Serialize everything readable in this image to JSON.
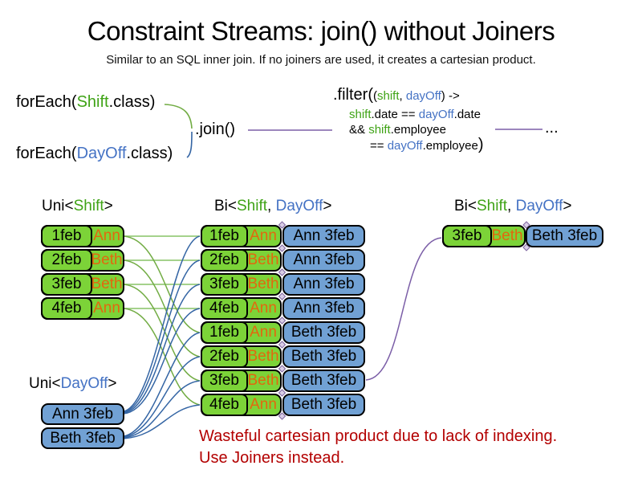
{
  "title": "Constraint Streams: join() without Joiners",
  "subtitle": "Similar to an SQL inner join. If no joiners are used, it creates a cartesian product.",
  "code": {
    "foreach_shift": {
      "fn": "forEach(",
      "cls": "Shift",
      "end": ".class)"
    },
    "foreach_dayoff": {
      "fn": "forEach(",
      "cls": "DayOff",
      "end": ".class)"
    },
    "join": ".join()",
    "filter": {
      "head": ".filter(",
      "lp": "(",
      "arg1": "shift",
      "comma": ", ",
      "arg2": "dayOff",
      "arrow": ") ->",
      "l2a": "shift",
      "l2b": ".date == ",
      "l2c": "dayOff",
      "l2d": ".date",
      "l3a": "&& ",
      "l3b": "shift",
      "l3c": ".employee",
      "l4a": "== ",
      "l4b": "dayOff",
      "l4c": ".employee",
      "l4close": ")"
    },
    "ellipsis": "..."
  },
  "labels": {
    "uni_shift": {
      "pre": "Uni<",
      "type": "Shift",
      "post": ">"
    },
    "bi_mid": {
      "pre": "Bi<",
      "t1": "Shift",
      "sep": ", ",
      "t2": "DayOff",
      "post": ">"
    },
    "bi_right": {
      "pre": "Bi<",
      "t1": "Shift",
      "sep": ", ",
      "t2": "DayOff",
      "post": ">"
    },
    "uni_dayoff": {
      "pre": "Uni<",
      "type": "DayOff",
      "post": ">"
    }
  },
  "uni_shift_rows": [
    {
      "date": "1feb",
      "name": "Ann"
    },
    {
      "date": "2feb",
      "name": "Beth"
    },
    {
      "date": "3feb",
      "name": "Beth"
    },
    {
      "date": "4feb",
      "name": "Ann"
    }
  ],
  "bi_rows": [
    {
      "date": "1feb",
      "name": "Ann",
      "pair": "Ann 3feb"
    },
    {
      "date": "2feb",
      "name": "Beth",
      "pair": "Ann 3feb"
    },
    {
      "date": "3feb",
      "name": "Beth",
      "pair": "Ann 3feb"
    },
    {
      "date": "4feb",
      "name": "Ann",
      "pair": "Ann 3feb"
    },
    {
      "date": "1feb",
      "name": "Ann",
      "pair": "Beth 3feb"
    },
    {
      "date": "2feb",
      "name": "Beth",
      "pair": "Beth 3feb"
    },
    {
      "date": "3feb",
      "name": "Beth",
      "pair": "Beth 3feb"
    },
    {
      "date": "4feb",
      "name": "Ann",
      "pair": "Beth 3feb"
    }
  ],
  "bi_right_rows": [
    {
      "date": "3feb",
      "name": "Beth",
      "pair": "Beth 3feb"
    }
  ],
  "uni_dayoff_rows": [
    {
      "label": "Ann 3feb"
    },
    {
      "label": "Beth 3feb"
    }
  ],
  "warning": {
    "line1": "Wasteful cartesian product due to lack of indexing.",
    "line2": "Use Joiners instead."
  },
  "colors": {
    "codeGreen": "#3fa316",
    "codeBlue": "#4472c4",
    "orange": "#e3670e",
    "boxGreen": "#7cd338",
    "boxBlue": "#71a1d4",
    "red": "#b30000",
    "lineGreenLight": "#a5d28c",
    "lineGreen": "#72ac44",
    "lineBlue": "#3465a4",
    "linePurple": "#7b5ea7"
  }
}
